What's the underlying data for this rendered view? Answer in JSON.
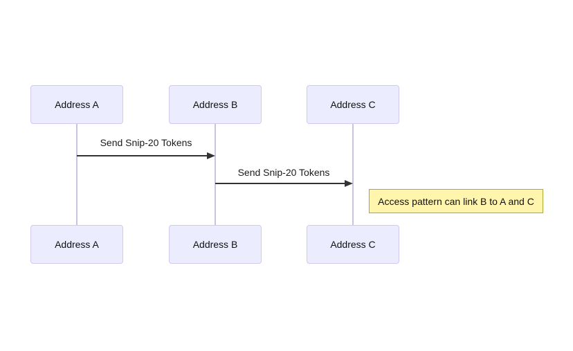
{
  "diagram": {
    "type": "sequence",
    "actors": [
      {
        "id": "A",
        "label": "Address A"
      },
      {
        "id": "B",
        "label": "Address B"
      },
      {
        "id": "C",
        "label": "Address C"
      }
    ],
    "messages": [
      {
        "from": "Address A",
        "to": "Address B",
        "label": "Send Snip-20 Tokens"
      },
      {
        "from": "Address B",
        "to": "Address C",
        "label": "Send Snip-20 Tokens"
      }
    ],
    "note": {
      "text": "Access pattern can link B to A and C",
      "position": "right of Address C lifeline"
    },
    "colors": {
      "background": "#ffffff",
      "actor_fill": "#ECECFF",
      "actor_border": "#d2c7ee",
      "lifeline": "#cbc3e0",
      "arrow": "#333333",
      "note_fill": "#fff5ad",
      "note_border": "#aaaa33",
      "text": "#1a1a1a"
    }
  }
}
